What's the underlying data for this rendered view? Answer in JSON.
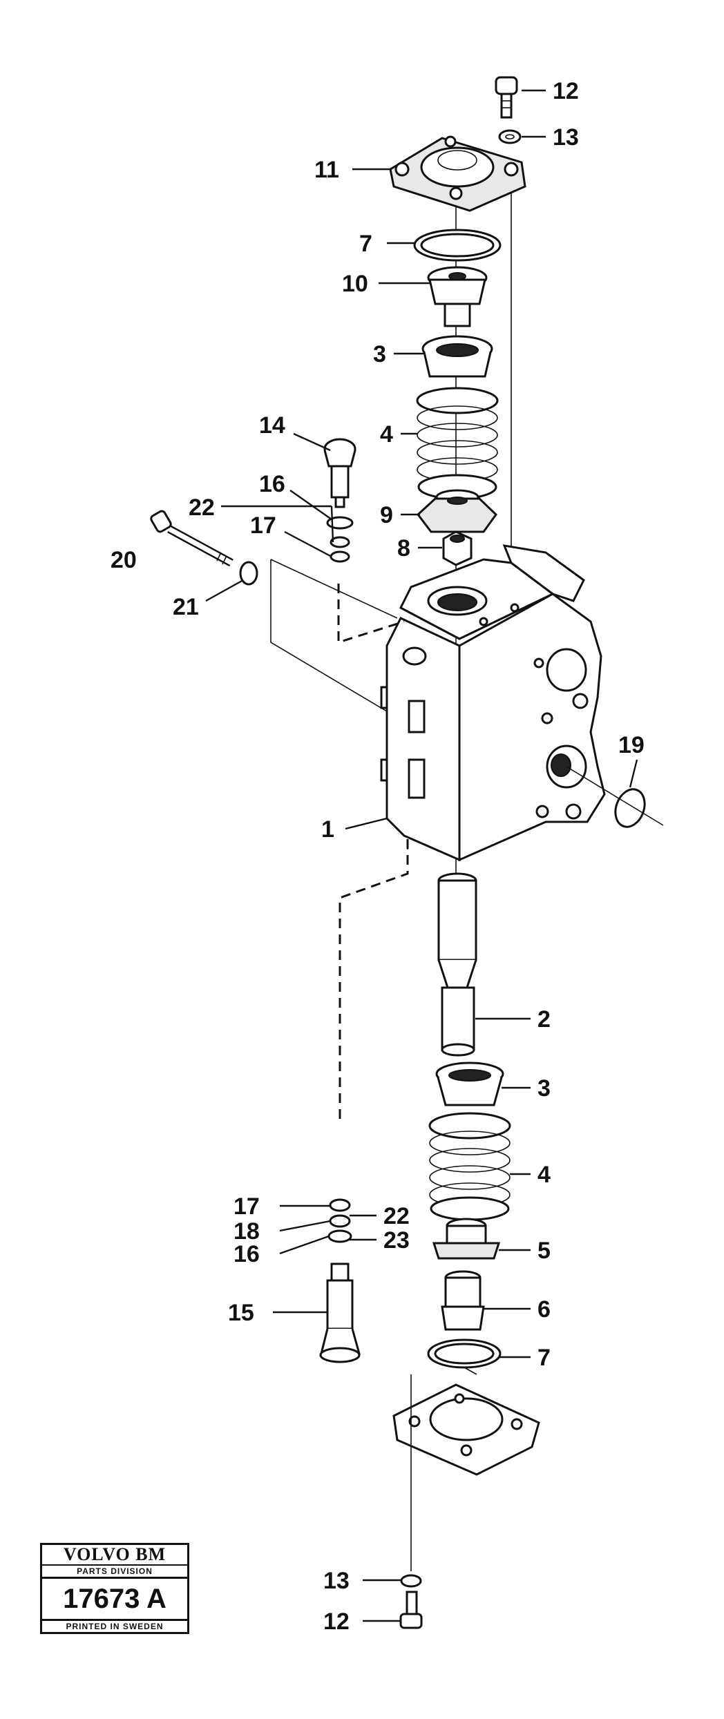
{
  "callouts": {
    "c1": "1",
    "c2": "2",
    "c3a": "3",
    "c3b": "3",
    "c4a": "4",
    "c4b": "4",
    "c5": "5",
    "c6": "6",
    "c7a": "7",
    "c7b": "7",
    "c8": "8",
    "c9": "9",
    "c10": "10",
    "c11": "11",
    "c12a": "12",
    "c12b": "12",
    "c13a": "13",
    "c13b": "13",
    "c14": "14",
    "c15": "15",
    "c16a": "16",
    "c16b": "16",
    "c17a": "17",
    "c17b": "17",
    "c18": "18",
    "c19": "19",
    "c20": "20",
    "c21": "21",
    "c22a": "22",
    "c22b": "22",
    "c23": "23"
  },
  "stamp": {
    "brand": "VOLVO BM",
    "division": "PARTS DIVISION",
    "number": "17673 A",
    "printed": "PRINTED IN SWEDEN"
  }
}
